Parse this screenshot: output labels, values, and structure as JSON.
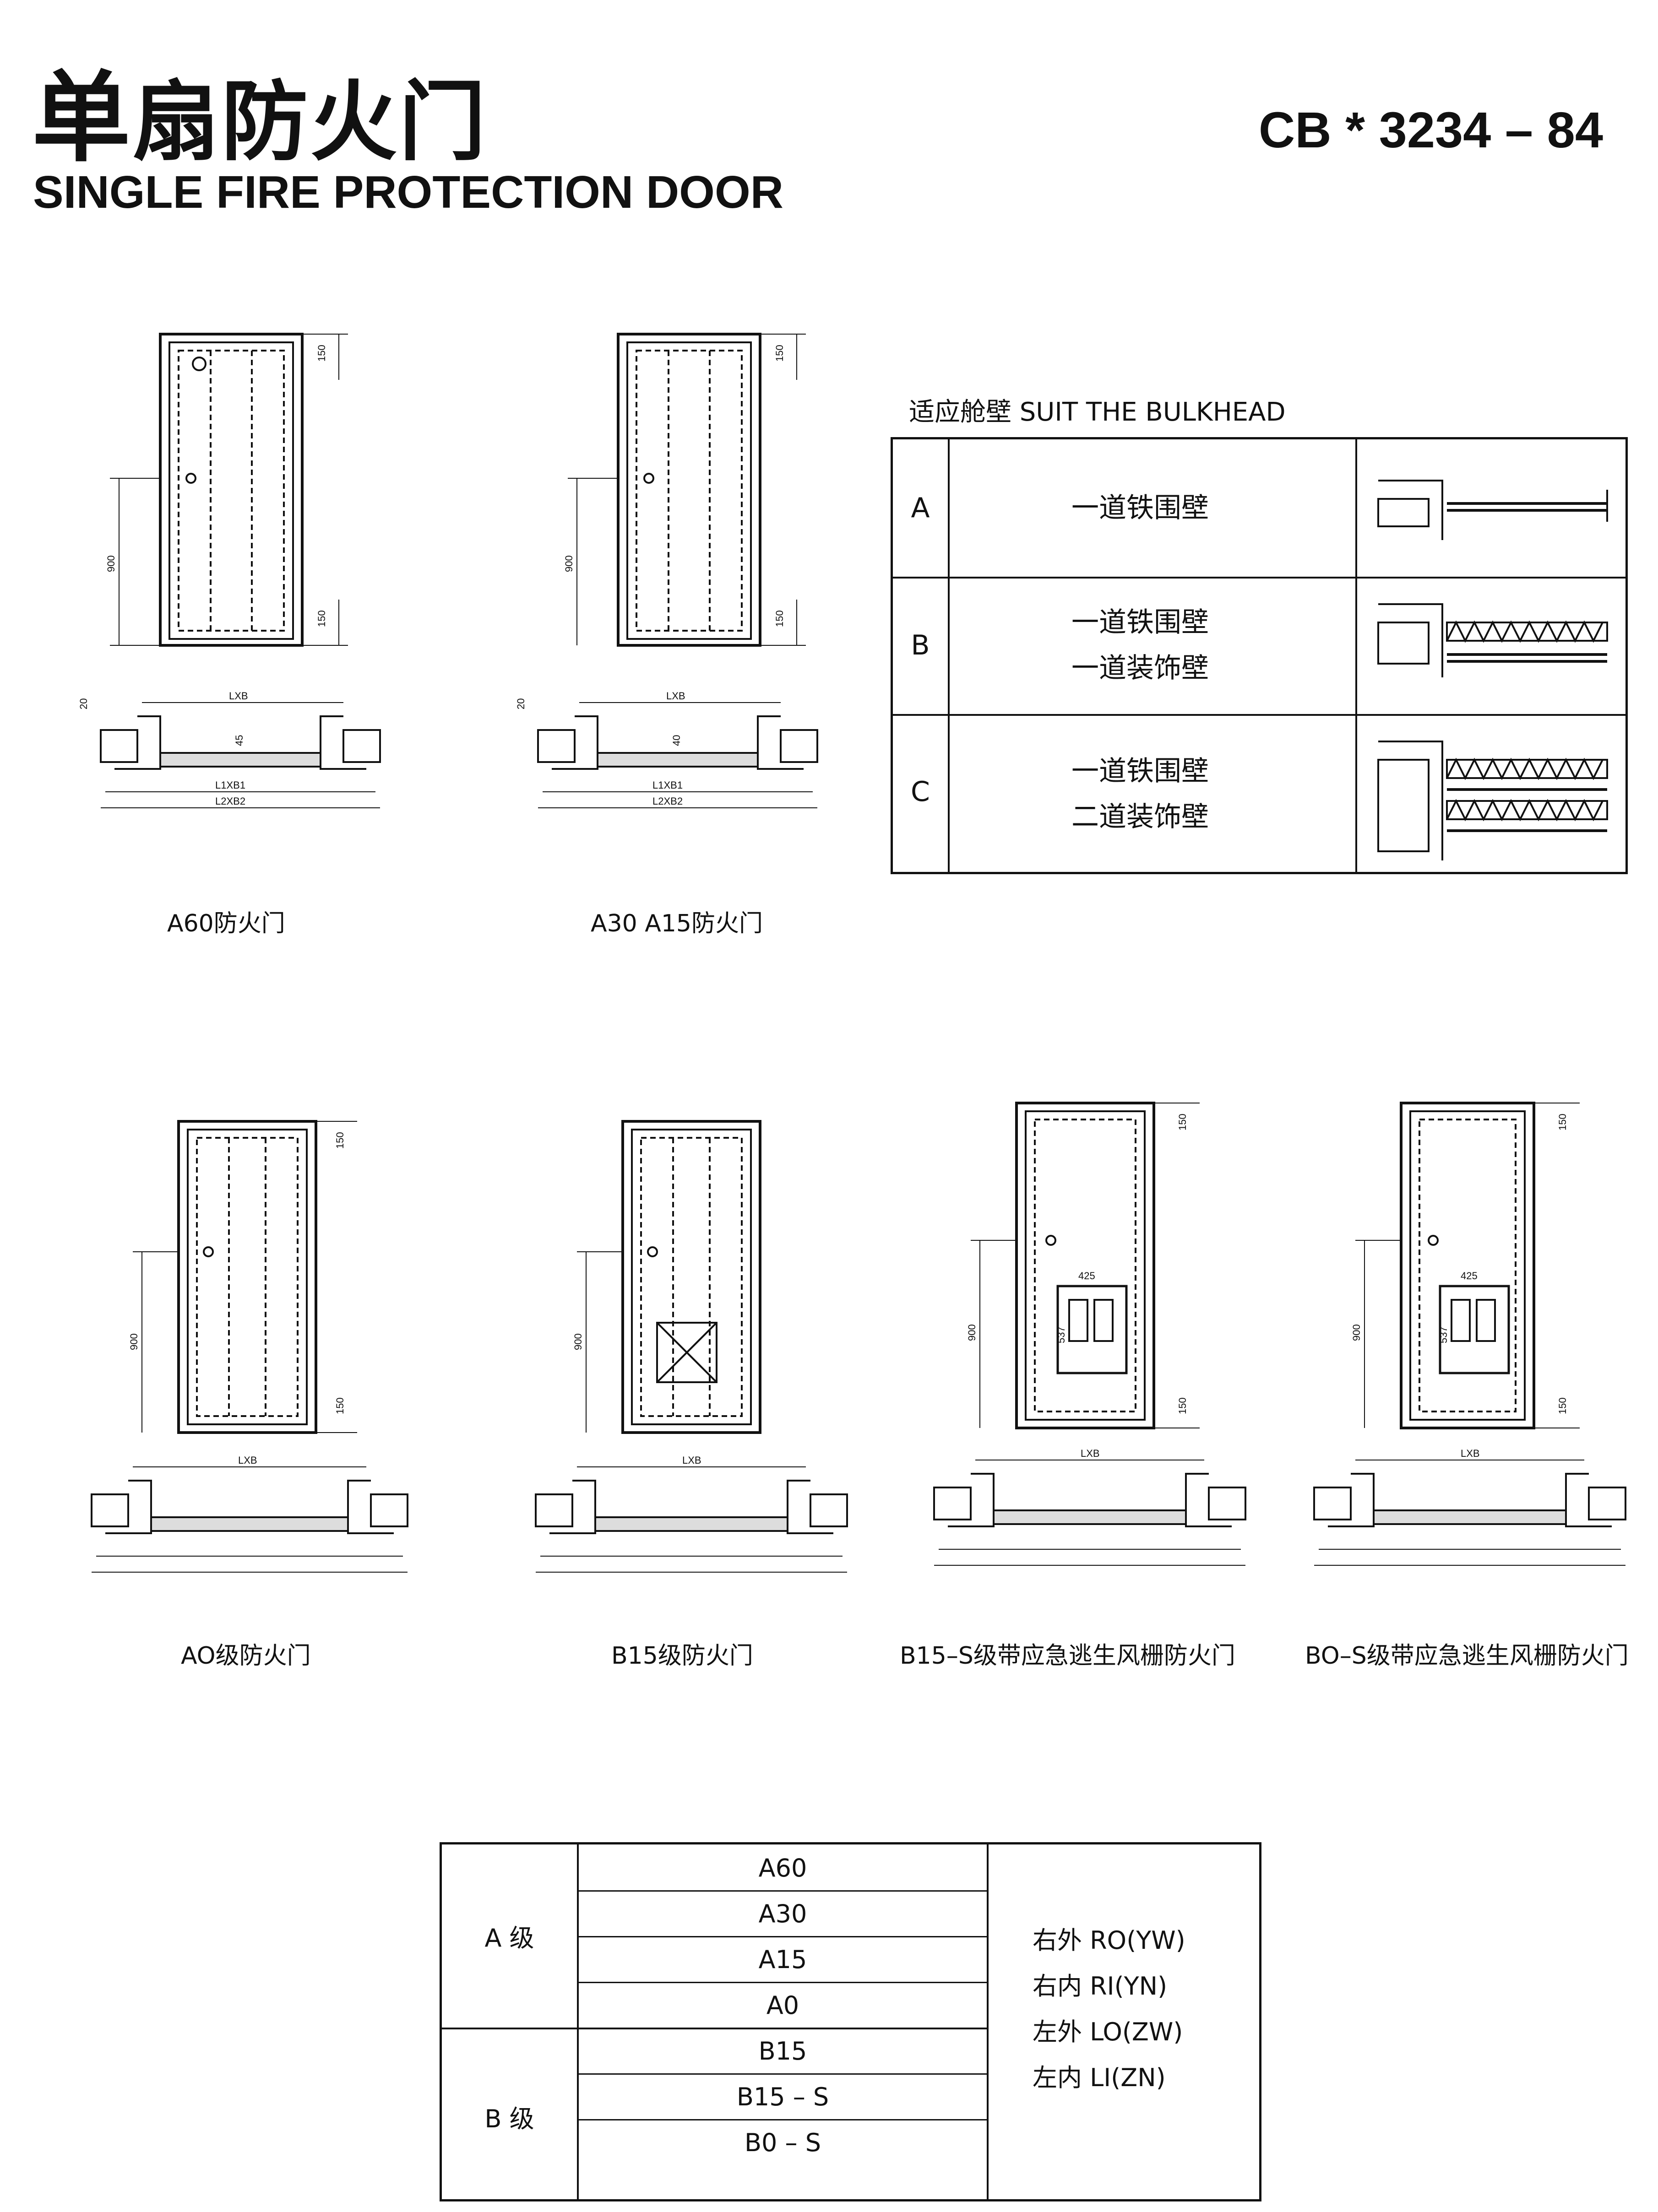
{
  "header": {
    "title_cn_first": "单",
    "title_cn_rest": "扇防火门",
    "title_en": "SINGLE FIRE PROTECTION DOOR",
    "standard_code": "CB * 3234 – 84"
  },
  "doors": [
    {
      "caption": "A60防火门"
    },
    {
      "caption": "A30  A15防火门"
    },
    {
      "caption": "AO级防火门"
    },
    {
      "caption": "B15级防火门"
    },
    {
      "caption": "B15–S级带应急逃生风栅防火门"
    },
    {
      "caption": "BO–S级带应急逃生风栅防火门"
    }
  ],
  "dimensions": {
    "top_margin": "150",
    "bottom_margin": "150",
    "handle_height": "900",
    "width_label": "LXB",
    "frame_inner": "L1XB1",
    "frame_outer": "L2XB2",
    "panel_thickness_45": "45",
    "panel_thickness_40": "40",
    "frame_20": "20",
    "grille_width": "425",
    "grille_height": "537"
  },
  "bulkhead": {
    "title": "适应舱壁 SUIT THE BULKHEAD",
    "rows": [
      {
        "letter": "A",
        "line1": "一道铁围壁",
        "line2": ""
      },
      {
        "letter": "B",
        "line1": "一道铁围壁",
        "line2": "一道装饰壁"
      },
      {
        "letter": "C",
        "line1": "一道铁围壁",
        "line2": "二道装饰壁"
      }
    ]
  },
  "grades": {
    "group_a": "A 级",
    "group_b": "B 级",
    "items": [
      "A60",
      "A30",
      "A15",
      "A0",
      "B15",
      "B15 – S",
      "B0 – S"
    ],
    "orientations": [
      "右外 RO(YW)",
      "右内 RI(YN)",
      "左外 LO(ZW)",
      "左内 LI(ZN)"
    ]
  }
}
